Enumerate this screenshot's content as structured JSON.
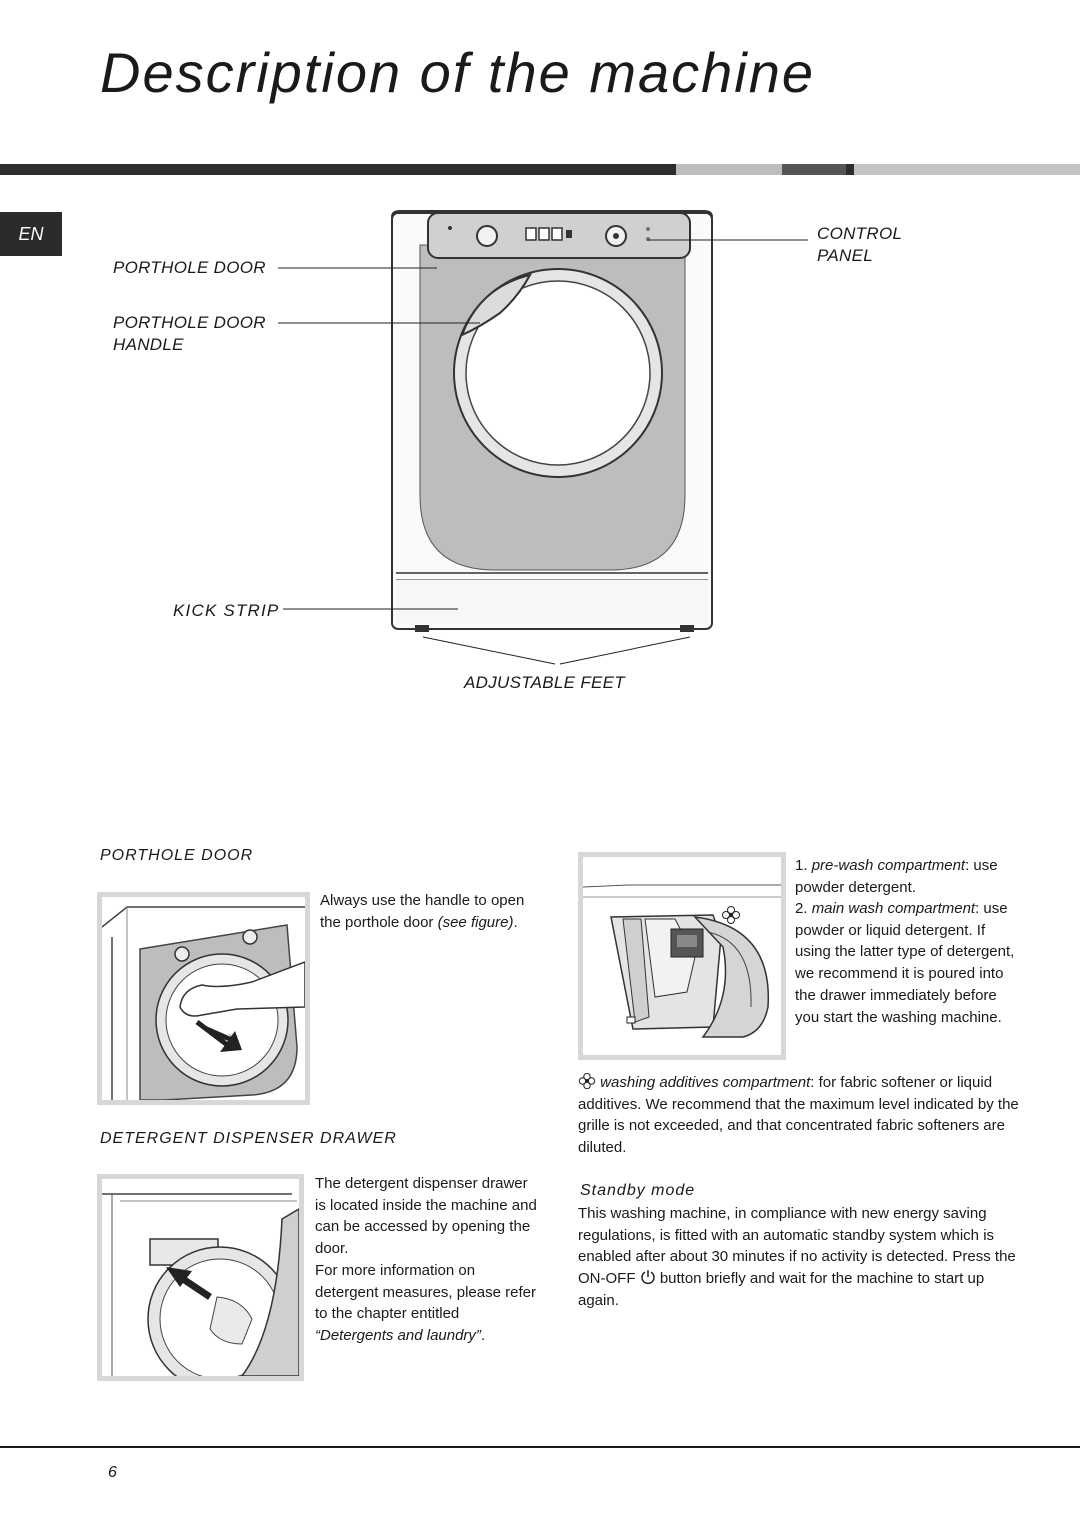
{
  "page": {
    "title": "Description of the machine",
    "lang_tab": "EN",
    "page_number": "6"
  },
  "diagram": {
    "labels": {
      "porthole_door": "PORTHOLE DOOR",
      "porthole_door_handle_line1": "PORTHOLE DOOR",
      "porthole_door_handle_line2": "HANDLE",
      "control_panel_line1": "CONTROL",
      "control_panel_line2": "PANEL",
      "kick_strip": "KICK STRIP",
      "adjustable_feet": "ADJUSTABLE FEET"
    }
  },
  "porthole_section": {
    "heading": "PORTHOLE DOOR",
    "text_plain": "Always use the handle to open the porthole door ",
    "text_italic": "(see figure)",
    "text_end": "."
  },
  "drawer_section": {
    "heading": "DETERGENT DISPENSER DRAWER",
    "text1": "The detergent dispenser drawer is located inside the machine and can be accessed by opening the door.",
    "text2": "For more information on detergent measures, please refer to the chapter entitled ",
    "text2_italic": "“Detergents and laundry”",
    "text2_end": "."
  },
  "compartments": {
    "item1_num": "1.",
    "item1_name": "pre-wash compartment",
    "item1_rest": ": use powder detergent.",
    "item2_num": "2.",
    "item2_name": "main wash compartment",
    "item2_rest": ": use powder or liquid detergent. If using the latter type of detergent, we recommend it is poured into the drawer immediately before you start the washing machine.",
    "additives_name": "washing additives compartment",
    "additives_rest": ": for fabric softener or liquid additives. We recommend that the maximum level indicated by the grille is not exceeded, and that concentrated fabric softeners are diluted."
  },
  "standby": {
    "heading": "Standby mode",
    "text_before": "This washing machine, in compliance with new energy saving regulations, is fitted with an automatic standby system which is enabled after about 30 minutes if no activity is detected. Press the ON-OFF ",
    "text_after": " button briefly and wait for the machine to start up again."
  },
  "icons": {
    "flower": "flower-icon",
    "power": "power-icon",
    "arrow": "arrow-icon"
  }
}
